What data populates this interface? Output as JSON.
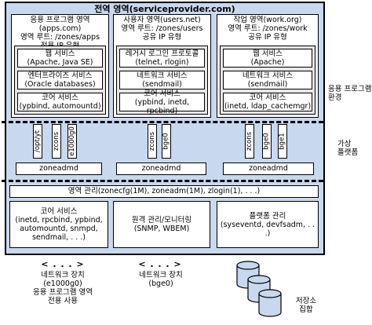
{
  "global_zone_title": "전역 영역(serviceprovider.com)",
  "zones": [
    {
      "header": [
        "응용 프로그램 영역(apps.com)",
        "영역 루트: /zones/apps",
        "전용 IP 유형"
      ],
      "services": [
        [
          "웹 서비스",
          "(Apache, Java SE)"
        ],
        [
          "엔터프라이즈 서비스",
          "(Oracle databases)"
        ],
        [
          "코어 서비스",
          "(ypbind, automountd)"
        ]
      ],
      "devices": [
        "zcons",
        "e1000g0"
      ],
      "zoneadmd": "zoneadmd"
    },
    {
      "header": [
        "사용자 영역(users.net)",
        "영역 루트: /zones/users",
        "공유 IP 유형"
      ],
      "services": [
        [
          "레거시 로그인 프로토콜",
          "(telnet, rlogin)"
        ],
        [
          "네트워크 서비스",
          "(sendmail)"
        ],
        [
          "코어 서비스",
          "(ypbind, inetd, rpcbind)"
        ]
      ],
      "devices": [
        "zcons",
        "bge0"
      ],
      "zoneadmd": "zoneadmd"
    },
    {
      "header": [
        "작업 영역(work.org)",
        "영역 루트: /zones/work",
        "공유 IP 유형"
      ],
      "services": [
        [
          "웹 서비스",
          "(Apache)"
        ],
        [
          "네트워크 서비스",
          "(sendmail)"
        ],
        [
          "코어 서비스",
          "(inetd, ldap_cachemgr)"
        ]
      ],
      "devices": [
        "zcons",
        "bge0",
        "bge1"
      ],
      "zoneadmd": "zoneadmd"
    }
  ],
  "zone1_extra_device": "/opt/yt",
  "zone_management": "영역 관리(zonecfg(1M), zoneadm(1M), zlogin(1), . . .)",
  "platform_boxes": [
    [
      "코어 서비스",
      "(inetd, rpcbind, ypbind,",
      "automountd, snmpd,",
      "sendmail, . . .)"
    ],
    [
      "원격 관리/모니터링",
      "(SNMP, WBEM)"
    ],
    [
      "플랫폼 관리",
      "(syseventd, devfsadm, . . .)"
    ]
  ],
  "right_labels": {
    "app_env": [
      "응용 프로그램",
      "환경"
    ],
    "virtual_platform": [
      "가상",
      "플랫폼"
    ]
  },
  "arrow_glyph": "< . . . >",
  "bottom_labels": {
    "net1": [
      "네트워크 장치",
      "(e1000g0)",
      "응용 프로그램 영역",
      "전용 사용"
    ],
    "net2": [
      "네트워크 장치",
      "(bge0)"
    ],
    "storage": [
      "저장소",
      "집합"
    ]
  }
}
